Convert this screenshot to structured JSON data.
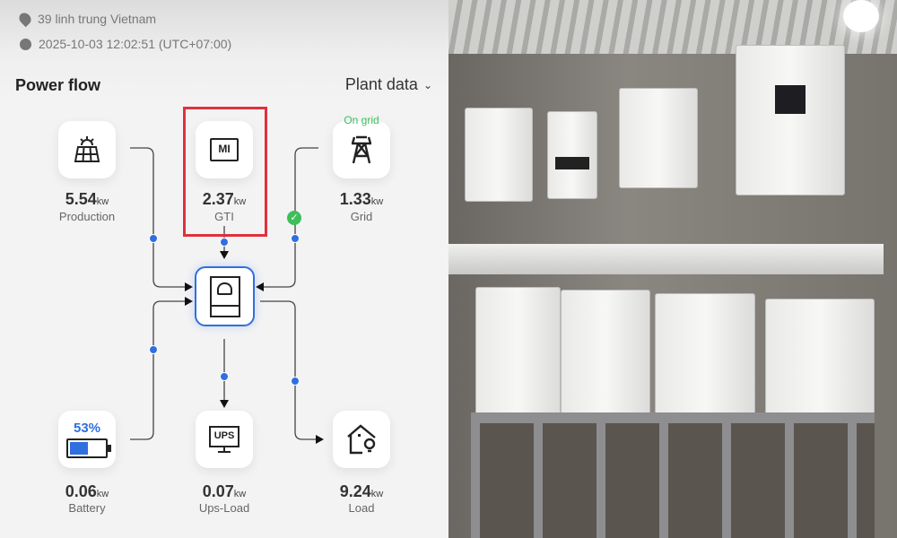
{
  "header": {
    "location": "39 linh trung Vietnam",
    "datetime": "2025-10-03 12:02:51 (UTC+07:00)"
  },
  "section": {
    "title": "Power flow",
    "selector": "Plant data"
  },
  "nodes": {
    "production": {
      "value": "5.54",
      "unit": "kw",
      "label": "Production"
    },
    "gti": {
      "value": "2.37",
      "unit": "kw",
      "label": "GTI",
      "icon_text": "MI"
    },
    "grid": {
      "value": "1.33",
      "unit": "kw",
      "label": "Grid",
      "status": "On grid"
    },
    "battery": {
      "value": "0.06",
      "unit": "kw",
      "label": "Battery",
      "soc": "53%",
      "soc_fraction": 0.53
    },
    "ups": {
      "value": "0.07",
      "unit": "kw",
      "label": "Ups-Load",
      "icon_text": "UPS"
    },
    "load": {
      "value": "9.24",
      "unit": "kw",
      "label": "Load"
    }
  },
  "colors": {
    "accent": "#2f6fe0",
    "ongrid": "#3dbf5a",
    "highlight": "#e0313b"
  }
}
